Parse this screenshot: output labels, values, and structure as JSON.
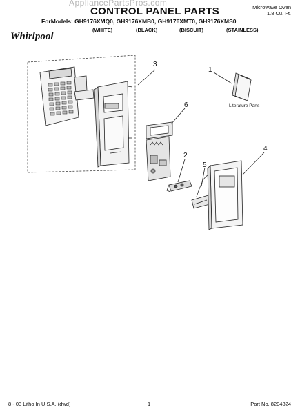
{
  "header": {
    "watermark": "AppliancePartsPros.com",
    "title": "CONTROL PANEL PARTS",
    "product_line1": "Microwave Oven",
    "product_line2": "1.8 Cu. Ft.",
    "models_line": "ForModels: GH9176XMQ0, GH9176XMB0, GH9176XMT0, GH9176XMS0",
    "colors": [
      "(WHITE)",
      "(BLACK)",
      "(BISCUIT)",
      "(STAINLESS)"
    ],
    "brand": "Whirlpool"
  },
  "diagram": {
    "callouts": [
      "1",
      "2",
      "3",
      "4",
      "5",
      "6"
    ],
    "literature_caption": "Literature Parts"
  },
  "footer": {
    "left": "8 - 03 Litho In U.S.A. (dwd)",
    "page": "1",
    "right": "Part No. 8204824"
  }
}
